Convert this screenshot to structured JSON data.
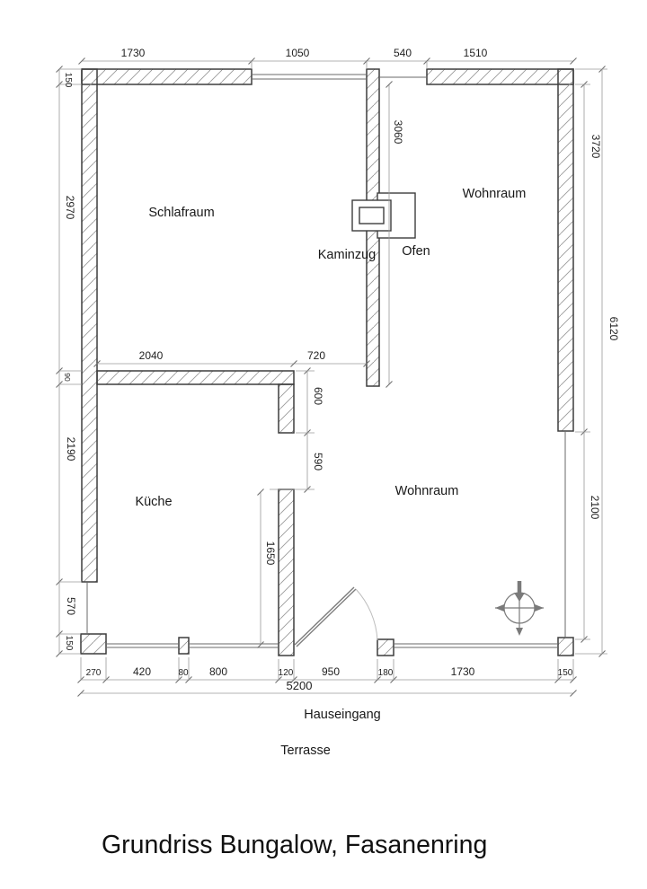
{
  "title": "Grundriss Bungalow, Fasanenring",
  "rooms": {
    "schlafraum": "Schlafraum",
    "wohnraum_oben": "Wohnraum",
    "wohnraum_unten": "Wohnraum",
    "kueche": "Küche"
  },
  "features": {
    "kaminzug": "Kaminzug",
    "ofen": "Ofen",
    "hauseingang": "Hauseingang",
    "terrasse": "Terrasse"
  },
  "dims": {
    "top": [
      "1730",
      "1050",
      "540",
      "1510"
    ],
    "left": [
      "150",
      "2970",
      "90",
      "2190",
      "570",
      "150"
    ],
    "right": [
      "3720",
      "6120",
      "2100"
    ],
    "interior": [
      "3060",
      "2040",
      "720",
      "600",
      "590",
      "1650"
    ],
    "bottom": [
      "270",
      "420",
      "80",
      "800",
      "120",
      "950",
      "180",
      "1730",
      "150"
    ],
    "total_width": "5200"
  }
}
